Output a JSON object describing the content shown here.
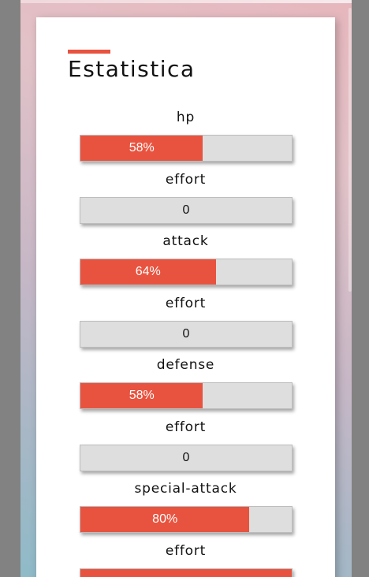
{
  "colors": {
    "accent": "#e8533f",
    "track": "#dedede"
  },
  "card": {
    "title": "Estatistica"
  },
  "stats": [
    {
      "label": "hp",
      "type": "stat",
      "percent": 58,
      "text": "58%"
    },
    {
      "label": "effort",
      "type": "effort",
      "percent": 0,
      "text": "0"
    },
    {
      "label": "attack",
      "type": "stat",
      "percent": 64,
      "text": "64%"
    },
    {
      "label": "effort",
      "type": "effort",
      "percent": 0,
      "text": "0"
    },
    {
      "label": "defense",
      "type": "stat",
      "percent": 58,
      "text": "58%"
    },
    {
      "label": "effort",
      "type": "effort",
      "percent": 0,
      "text": "0"
    },
    {
      "label": "special-attack",
      "type": "stat",
      "percent": 80,
      "text": "80%"
    },
    {
      "label": "effort",
      "type": "effort",
      "percent": 100,
      "text": ""
    }
  ]
}
